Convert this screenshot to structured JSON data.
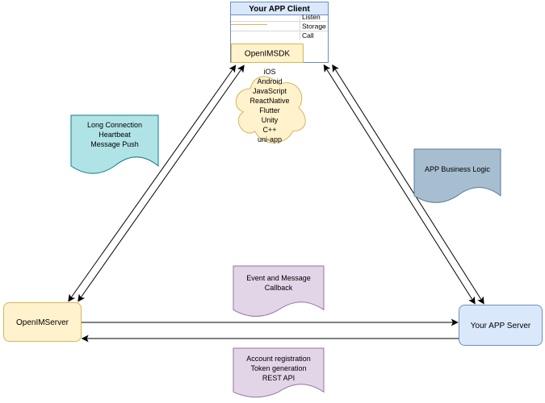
{
  "diagram": {
    "client": {
      "title": "Your APP Client",
      "methods": [
        "Listen",
        "Storage",
        "Call"
      ],
      "sdk": "OpenIMSDK"
    },
    "platforms": [
      "iOS",
      "Android",
      "JavaScript",
      "ReactNative",
      "Flutter",
      "Unity",
      "C++",
      "uni-app"
    ],
    "notes": {
      "long_connection": {
        "lines": [
          "Long Connection",
          "Heartbeat",
          "Message Push"
        ]
      },
      "business_logic": {
        "lines": [
          "APP Business Logic"
        ]
      },
      "event_callback": {
        "lines": [
          "Event and Message",
          "Callback"
        ]
      },
      "rest_api": {
        "lines": [
          "Account registration",
          "Token generation",
          "REST API"
        ]
      }
    },
    "nodes": {
      "openim_server": "OpenIMServer",
      "app_server": "Your APP Server"
    }
  },
  "colors": {
    "yellow_fill": "#fff2cc",
    "yellow_stroke": "#d6b656",
    "blue_fill": "#dae8fc",
    "blue_stroke": "#6c8ebf",
    "teal_fill": "#b0e3e6",
    "teal_stroke": "#0e8088",
    "slate_fill": "#a6bed0",
    "slate_stroke": "#5c7b94",
    "purple_fill": "#e1d5e7",
    "purple_stroke": "#9673a6",
    "edge": "#000000"
  }
}
